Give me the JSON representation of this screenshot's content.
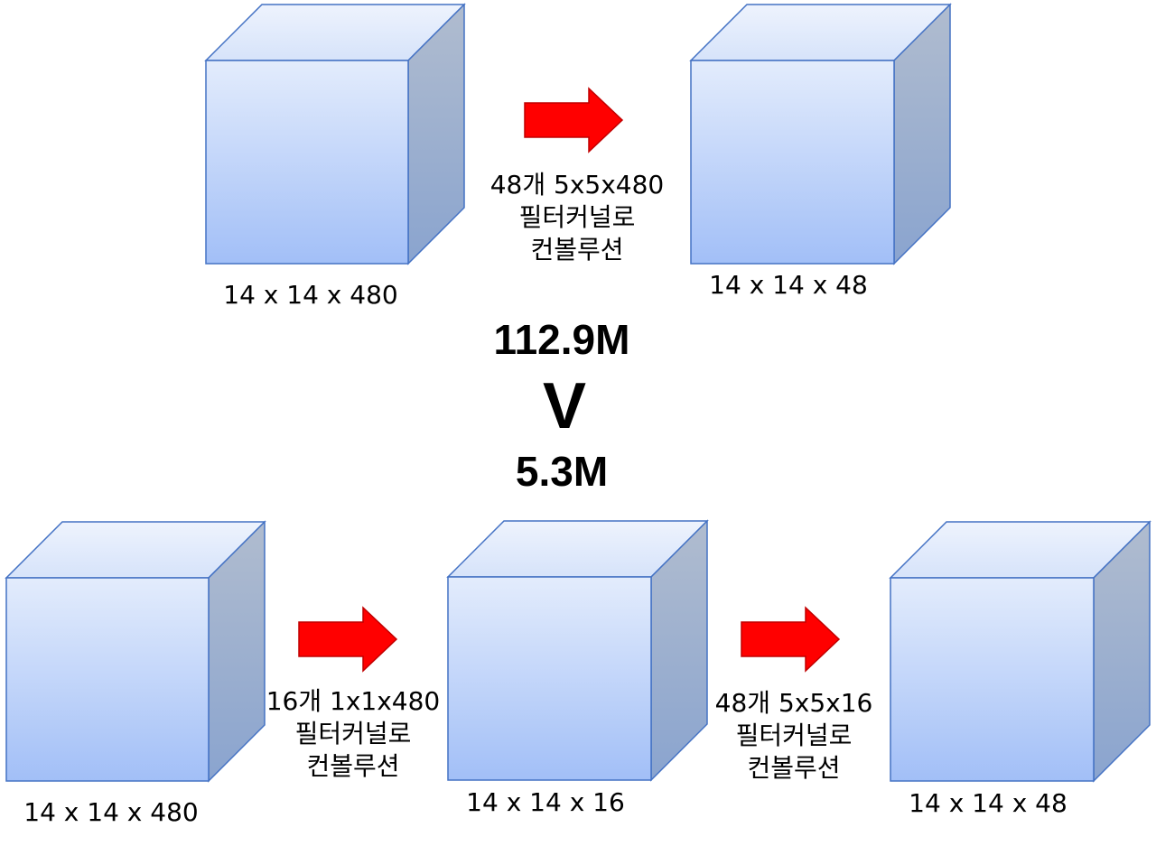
{
  "top_row": {
    "input_dims": "14 x 14 x 480",
    "conv_text": [
      "48개 5x5x480",
      "필터커널로",
      "컨볼루션"
    ],
    "output_dims": "14 x 14 x 48"
  },
  "comparison": {
    "top_ops": "112.9M",
    "symbol": "V",
    "bottom_ops": "5.3M"
  },
  "bottom_row": {
    "input_dims": "14 x 14 x 480",
    "conv1_text": [
      "16개 1x1x480",
      "필터커널로",
      "컨볼루션"
    ],
    "middle_dims": "14 x 14 x 16",
    "conv2_text": [
      "48개 5x5x16",
      "필터커널로",
      "컨볼루션"
    ],
    "output_dims": "14 x 14 x 48"
  },
  "colors": {
    "cube_front_top": "#e2ebfb",
    "cube_front_bottom": "#a4c1f7",
    "cube_outline": "#4472c4",
    "arrow_fill": "#ff0000",
    "arrow_outline": "#c00000"
  }
}
